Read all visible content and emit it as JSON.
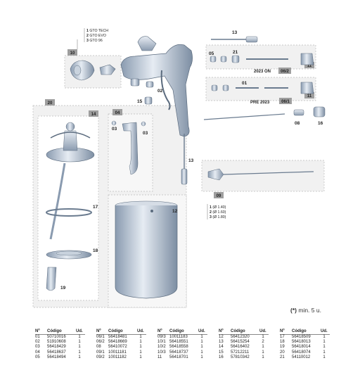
{
  "callouts": {
    "c02": "02",
    "c03a": "03",
    "c03b": "03",
    "c04": "04",
    "c05": "05",
    "c08": "08",
    "c09": "09",
    "c10": "10",
    "c11a": "11",
    "c11b": "11",
    "c12": "12",
    "c13a": "13",
    "c13b": "13",
    "c14": "14",
    "c15": "15",
    "c16": "16",
    "c17": "17",
    "c18": "18",
    "c19": "19",
    "c20": "20",
    "c21": "21",
    "c01": "01",
    "c06_2": "06/2",
    "c06_1": "06/1"
  },
  "variants_10": [
    {
      "num": "1",
      "name": "GTO TECH"
    },
    {
      "num": "2",
      "name": "GTO EVO"
    },
    {
      "num": "3",
      "name": "GTO 96"
    }
  ],
  "variants_09": [
    {
      "num": "1",
      "size": "(Ø 1.40)"
    },
    {
      "num": "2",
      "size": "(Ø 1.60)"
    },
    {
      "num": "3",
      "size": "(Ø 1.80)"
    }
  ],
  "year_labels": {
    "on": "2023  ON",
    "pre": "PRE 2023"
  },
  "min_note": {
    "mark": "(*)",
    "text": "min. 5 u."
  },
  "table_headers": {
    "n": "Nº",
    "code": "Código",
    "ud": "Ud."
  },
  "parts_tables": [
    [
      {
        "n": "01",
        "code": "50710016",
        "ud": "1"
      },
      {
        "n": "02",
        "code": "51910608",
        "ud": "1"
      },
      {
        "n": "03",
        "code": "56418429",
        "ud": "1"
      },
      {
        "n": "04",
        "code": "56418637",
        "ud": "1"
      },
      {
        "n": "05",
        "code": "56418494",
        "ud": "1"
      }
    ],
    [
      {
        "n": "06/1",
        "code": "56418481",
        "ud": "1"
      },
      {
        "n": "06/2",
        "code": "56418669",
        "ud": "1"
      },
      {
        "n": "08",
        "code": "56410072",
        "ud": "1"
      },
      {
        "n": "09/1",
        "code": "10011181",
        "ud": "1"
      },
      {
        "n": "09/2",
        "code": "10011182",
        "ud": "1"
      }
    ],
    [
      {
        "n": "09/3",
        "code": "10011183",
        "ud": "1"
      },
      {
        "n": "10/1",
        "code": "56418551",
        "ud": "1"
      },
      {
        "n": "10/2",
        "code": "56418558",
        "ud": "1"
      },
      {
        "n": "10/3",
        "code": "56418737",
        "ud": "1"
      },
      {
        "n": "11",
        "code": "56418701",
        "ud": "1"
      }
    ],
    [
      {
        "n": "12",
        "code": "56412320",
        "ud": "1"
      },
      {
        "n": "13",
        "code": "56415254",
        "ud": "2"
      },
      {
        "n": "14",
        "code": "56416402",
        "ud": "1"
      },
      {
        "n": "15",
        "code": "57212211",
        "ud": "1"
      },
      {
        "n": "16",
        "code": "57810342",
        "ud": "1"
      }
    ],
    [
      {
        "n": "17",
        "code": "56418509",
        "ud": "1"
      },
      {
        "n": "18",
        "code": "56418013",
        "ud": "1"
      },
      {
        "n": "19",
        "code": "56418014",
        "ud": "1"
      },
      {
        "n": "20",
        "code": "56418074",
        "ud": "1"
      },
      {
        "n": "21",
        "code": "54110012",
        "ud": "1"
      }
    ]
  ]
}
